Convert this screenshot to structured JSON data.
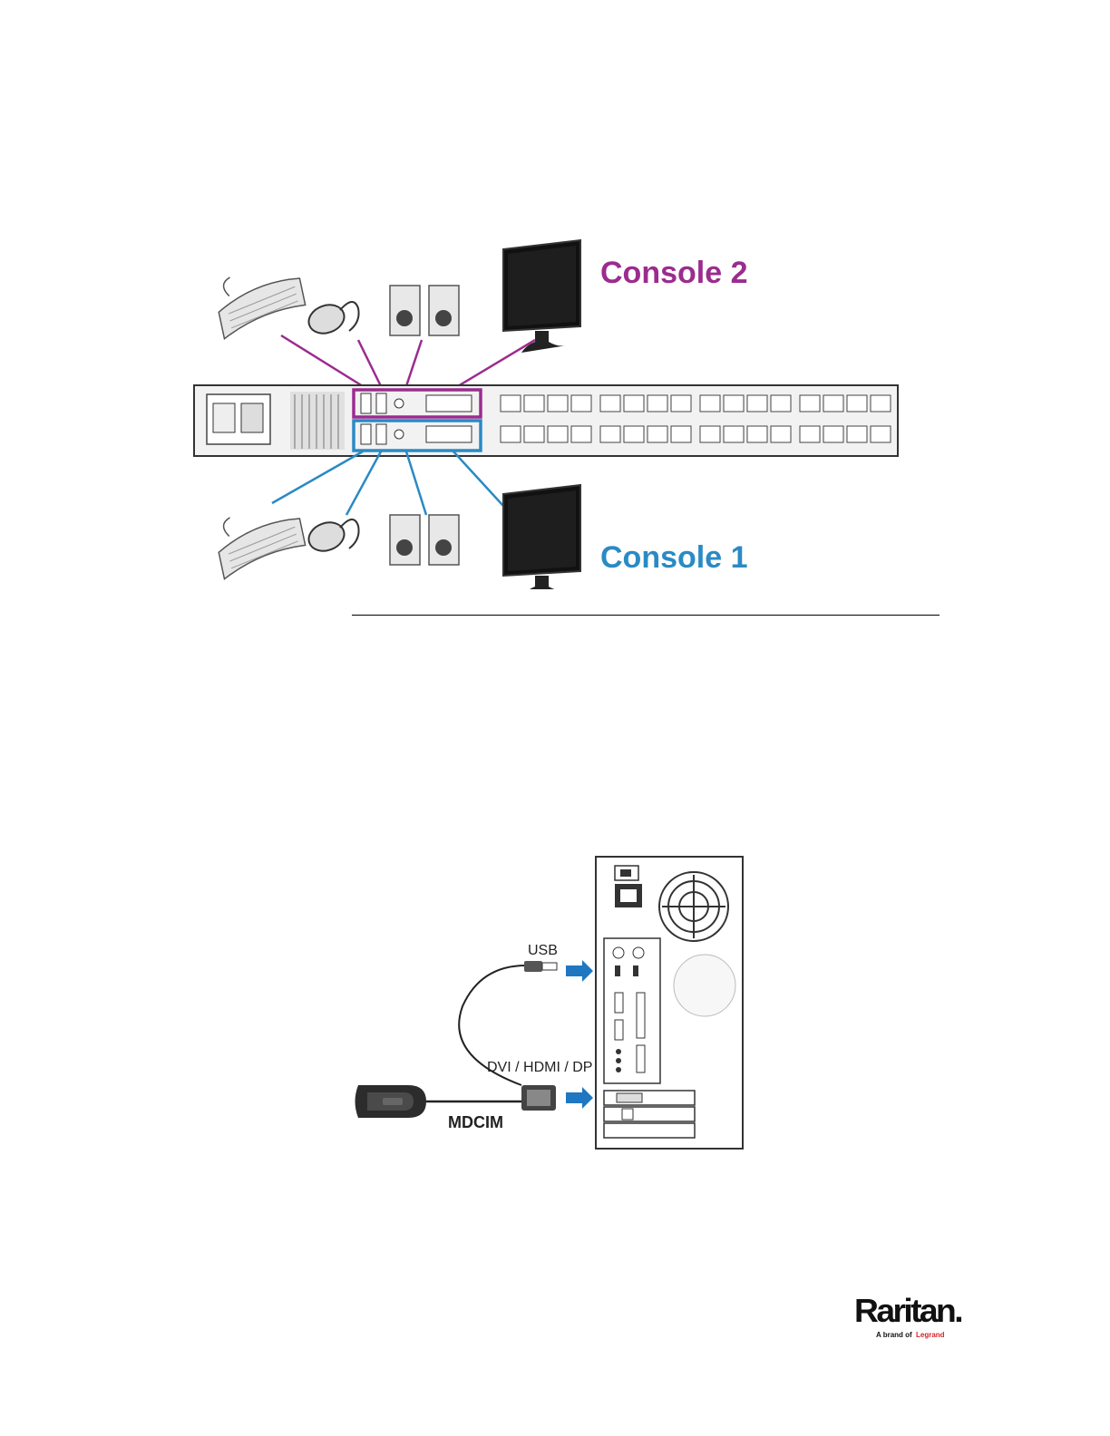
{
  "figure1": {
    "console2_label": "Console 2",
    "console1_label": "Console 1",
    "console2_color": "#9b2c8f",
    "console1_color": "#2a8ac4"
  },
  "figure2": {
    "usb_label": "USB",
    "video_label": "DVI / HDMI / DP",
    "dongle_label": "MDCIM",
    "arrow_color": "#1f77c2"
  },
  "logo": {
    "brand": "Raritan.",
    "tagline": "A brand of Legrand"
  }
}
